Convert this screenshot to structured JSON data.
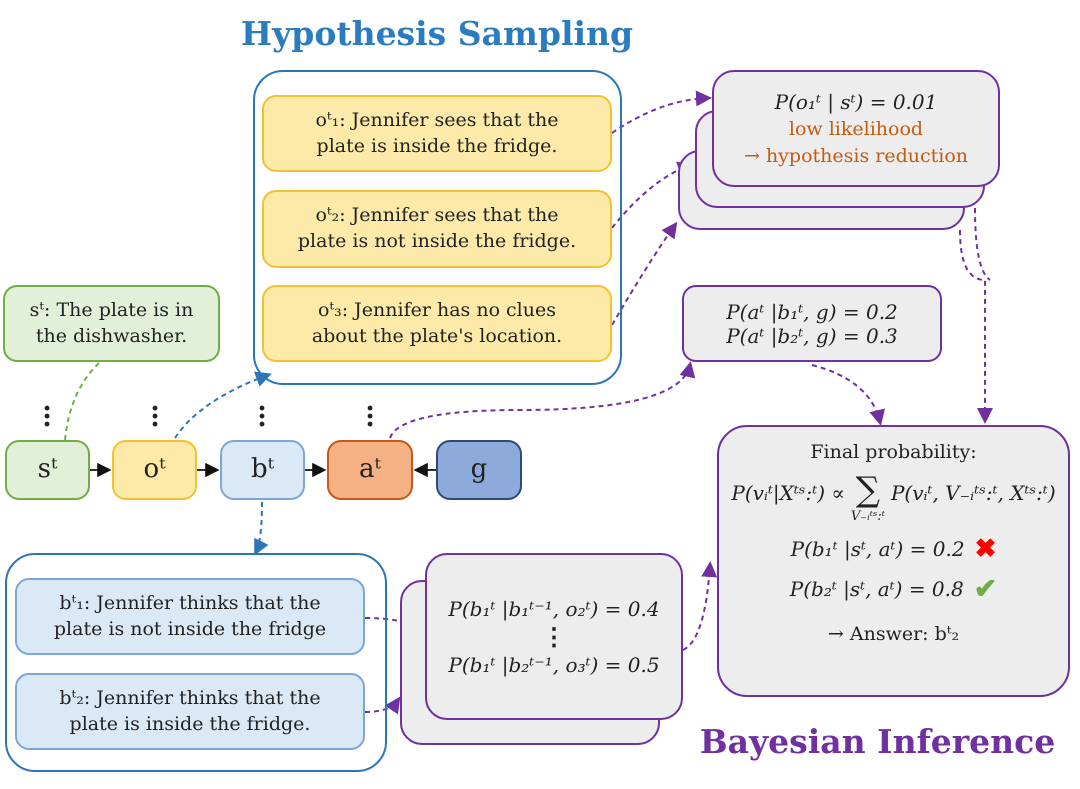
{
  "hypothesis_title": "Hypothesis Sampling",
  "bayes_title": "Bayesian Inference",
  "state": "sᵗ: The plate is in the dishwasher.",
  "observations": [
    "oᵗ₁: Jennifer sees that the plate is inside the fridge.",
    "oᵗ₂: Jennifer sees that the plate is not inside the fridge.",
    "oᵗ₃: Jennifer has no clues about the plate's location."
  ],
  "beliefs": [
    "bᵗ₁: Jennifer thinks that the plate is not inside the fridge",
    "bᵗ₂: Jennifer thinks that the plate is inside the fridge."
  ],
  "chain": {
    "s": "sᵗ",
    "o": "oᵗ",
    "b": "bᵗ",
    "a": "aᵗ",
    "g": "g"
  },
  "likelihood": {
    "formula": "P(o₁ᵗ | sᵗ) = 0.01",
    "note1": "low likelihood",
    "note2": "→ hypothesis reduction"
  },
  "action_probs": [
    "P(aᵗ |b₁ᵗ, g) = 0.2",
    "P(aᵗ |b₂ᵗ, g) = 0.3"
  ],
  "belief_probs": [
    "P(b₁ᵗ |b₁ᵗ⁻¹, o₂ᵗ) = 0.4",
    "⋮",
    "P(b₁ᵗ |b₂ᵗ⁻¹, o₃ᵗ) = 0.5"
  ],
  "final": {
    "heading": "Final probability:",
    "lhs": "P(vᵢᵗ|Xᵗˢ:ᵗ) ∝",
    "sum": "∑",
    "sum_sub": "V₋ᵢᵗˢ:ᵗ",
    "rhs": "P(vᵢᵗ, V₋ᵢᵗˢ:ᵗ, Xᵗˢ:ᵗ)",
    "p1": "P(b₁ᵗ |sᵗ, aᵗ) = 0.2",
    "p2": "P(b₂ᵗ |sᵗ, aᵗ) = 0.8",
    "answer": "→ Answer: bᵗ₂"
  },
  "colors": {
    "blue": "#2a7bc0",
    "purple": "#7030a0",
    "orange_text": "#c55a11",
    "cross": "#ff0000",
    "check": "#70ad47"
  }
}
